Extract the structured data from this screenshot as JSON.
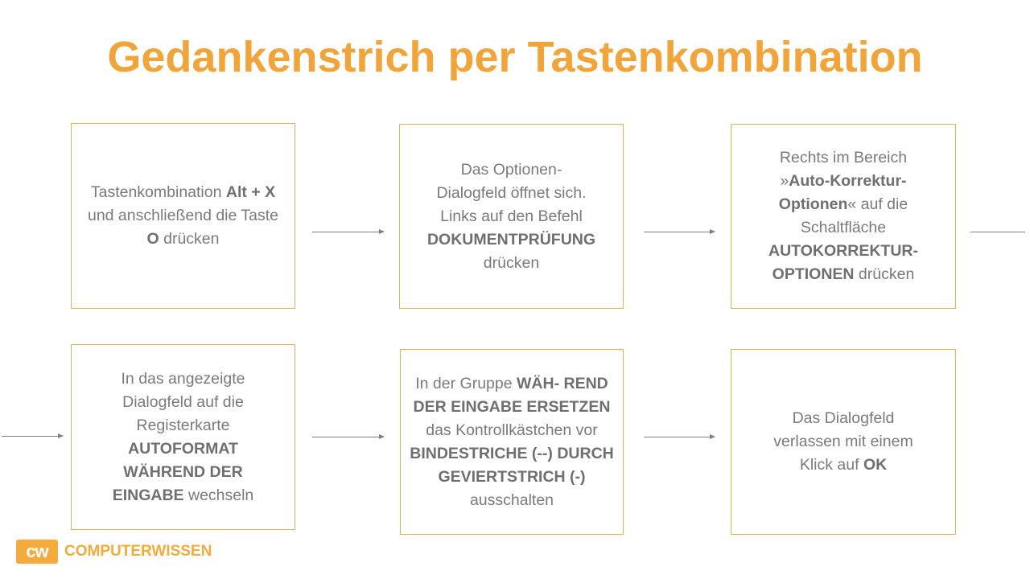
{
  "title": "Gedankenstrich per Tastenkombination",
  "colors": {
    "accent": "#f0a43a",
    "box_border": "#e0b55a",
    "text": "#7a7a7a",
    "arrow": "#808080"
  },
  "steps": [
    {
      "parts": [
        {
          "t": "Tastenkombination "
        },
        {
          "t": "Alt + X",
          "b": true
        },
        {
          "t": "\nund anschließend die Taste\n"
        },
        {
          "t": "O",
          "b": true
        },
        {
          "t": " drücken"
        }
      ]
    },
    {
      "parts": [
        {
          "t": "Das Optionen-\nDialogfeld öffnet sich.\nLinks auf den Befehl\n"
        },
        {
          "t": "DOKUMENTPRÜFUNG",
          "b": true
        },
        {
          "t": "\ndrücken"
        }
      ]
    },
    {
      "parts": [
        {
          "t": "Rechts im Bereich\n»"
        },
        {
          "t": "Auto-Korrektur-\nOptionen",
          "b": true
        },
        {
          "t": "« auf die\nSchaltfläche\n"
        },
        {
          "t": "AUTOKORREKTUR-\nOPTIONEN",
          "b": true
        },
        {
          "t": " drücken"
        }
      ]
    },
    {
      "parts": [
        {
          "t": "In das angezeigte\nDialogfeld auf die\nRegisterkarte\n"
        },
        {
          "t": "AUTOFORMAT\nWÄHREND DER\nEINGABE",
          "b": true
        },
        {
          "t": " wechseln"
        }
      ]
    },
    {
      "parts": [
        {
          "t": "In der Gruppe "
        },
        {
          "t": "WÄH- REND\nDER EINGABE ERSETZEN",
          "b": true
        },
        {
          "t": "\ndas Kontrollkästchen vor\n"
        },
        {
          "t": "BINDESTRICHE (--) DURCH\nGEVIERTSTRICH (-)",
          "b": true
        },
        {
          "t": "\nausschalten"
        }
      ]
    },
    {
      "parts": [
        {
          "t": "Das Dialogfeld\nverlassen mit einem\nKlick auf "
        },
        {
          "t": "OK",
          "b": true
        }
      ]
    }
  ],
  "logo": {
    "mark": "cw",
    "text": "COMPUTERWISSEN"
  }
}
